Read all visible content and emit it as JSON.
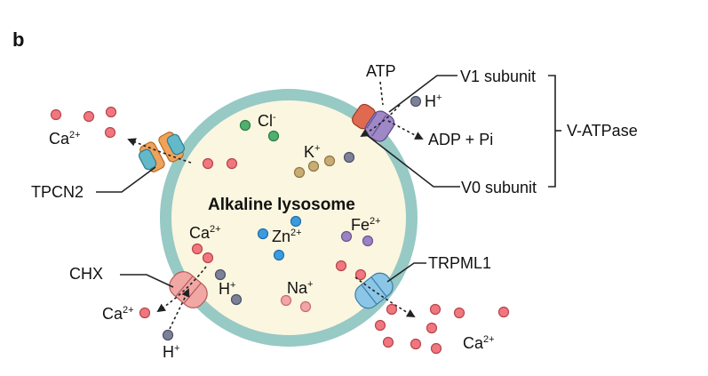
{
  "panel_label": "b",
  "title": "Alkaline lysosome",
  "labels": {
    "v1": "V1 subunit",
    "v0": "V0 subunit",
    "vatpase": "V-ATPase",
    "atp": "ATP",
    "adp": "ADP + Pi",
    "tpcn2": "TPCN2",
    "chx": "CHX",
    "trpml1": "TRPML1"
  },
  "ions": {
    "cl": {
      "base": "Cl",
      "sup": "-"
    },
    "k": {
      "base": "K",
      "sup": "+"
    },
    "zn": {
      "base": "Zn",
      "sup": "2+"
    },
    "fe": {
      "base": "Fe",
      "sup": "2+"
    },
    "na": {
      "base": "Na",
      "sup": "+"
    },
    "h": {
      "base": "H",
      "sup": "+"
    },
    "ca": {
      "base": "Ca",
      "sup": "2+"
    }
  },
  "colors": {
    "membrane": "#97c9c5",
    "lumen": "#fbf6df",
    "ca_ion": "#f1777f",
    "h_ion": "#7b8197",
    "cl_ion": "#4fb06d",
    "k_ion": "#c7ac74",
    "zn_ion": "#3a9be0",
    "fe_ion": "#9a82c3",
    "na_ion": "#f2a4a8"
  }
}
